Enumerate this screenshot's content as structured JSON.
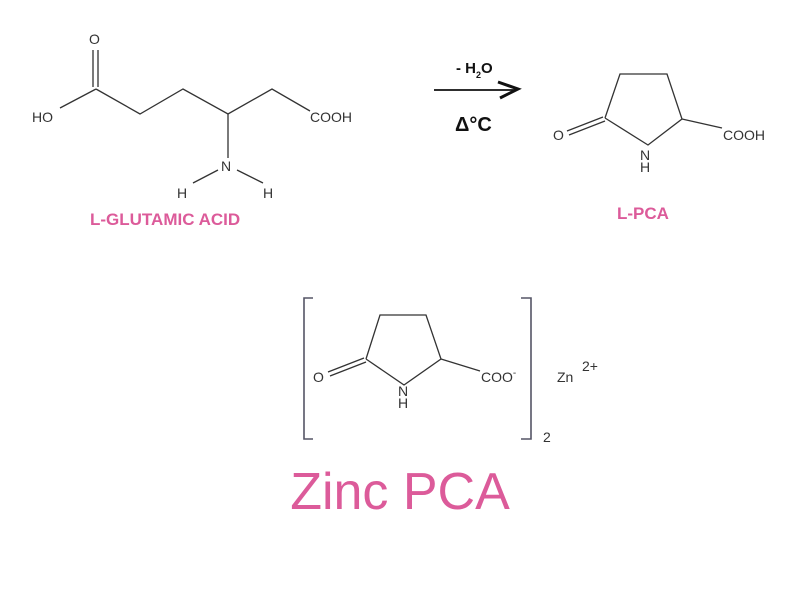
{
  "glutamic_acid": {
    "name": "L-GLUTAMIC ACID",
    "atoms": {
      "o_top": "O",
      "ho": "HO",
      "cooh": "COOH",
      "n": "N",
      "h_left": "H",
      "h_right": "H"
    }
  },
  "reaction": {
    "reagent_minus": "- H",
    "reagent_sub": "2",
    "reagent_o": "O",
    "condition": "Δ°C"
  },
  "pca": {
    "name": "L-PCA",
    "atoms": {
      "o": "O",
      "nh_n": "N",
      "nh_h": "H",
      "cooh": "COOH"
    }
  },
  "zinc_pca": {
    "atoms": {
      "o": "O",
      "nh_n": "N",
      "nh_h": "H",
      "coo": "COO",
      "coo_charge": "-",
      "zn": "Zn",
      "zn_charge": "2+",
      "multiplier": "2"
    },
    "title": "Zinc PCA"
  },
  "colors": {
    "label_pink": "#dc5b9a",
    "bond": "#333333"
  }
}
